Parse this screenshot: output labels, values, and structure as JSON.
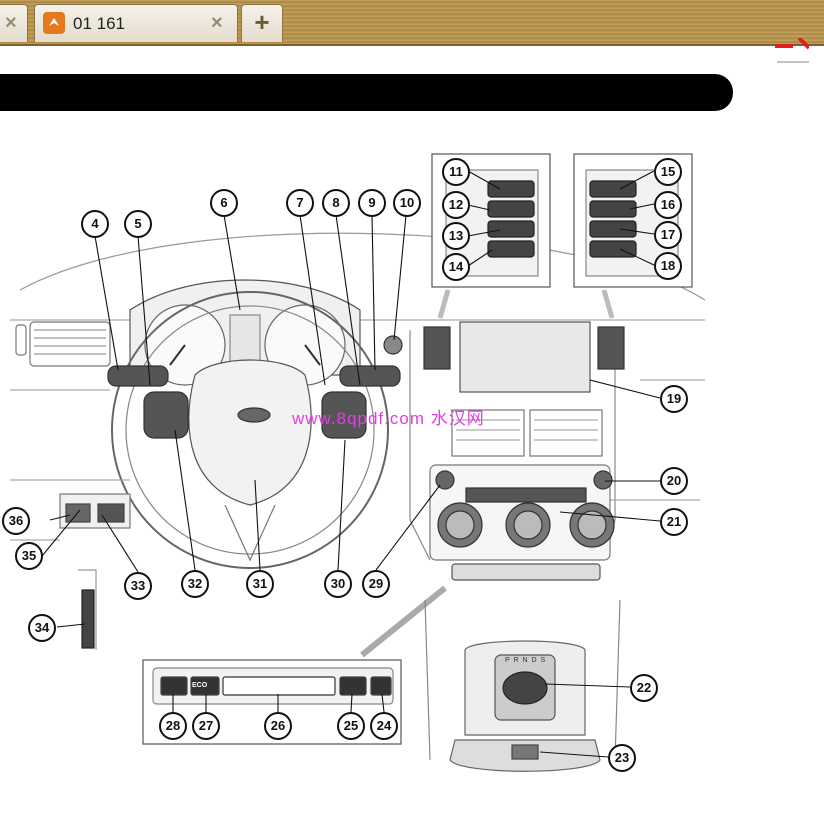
{
  "tabs": [
    {
      "label": "",
      "close": "×"
    },
    {
      "label": "01 161",
      "close": "×"
    }
  ],
  "new_tab": "+",
  "watermark": "www.8qpdf.com 水汉网",
  "callouts": [
    "4",
    "5",
    "6",
    "7",
    "8",
    "9",
    "10",
    "11",
    "12",
    "13",
    "14",
    "15",
    "16",
    "17",
    "18",
    "19",
    "20",
    "21",
    "22",
    "23",
    "24",
    "25",
    "26",
    "27",
    "28",
    "29",
    "30",
    "31",
    "32",
    "33",
    "34",
    "35",
    "36"
  ],
  "climate_eco_label": "ECO",
  "gear_letters": "P R N D S"
}
